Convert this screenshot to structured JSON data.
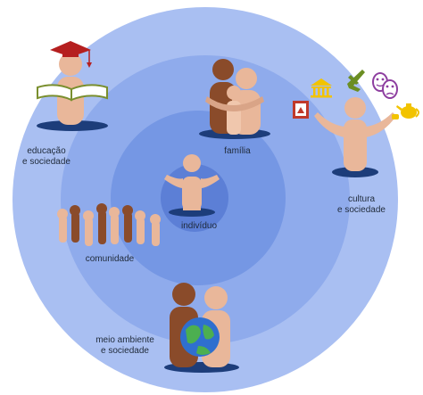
{
  "diagram": {
    "center": {
      "label": "indivíduo"
    },
    "items": [
      {
        "id": "familia",
        "label_lines": [
          "família"
        ]
      },
      {
        "id": "cultura",
        "label_lines": [
          "cultura",
          "e sociedade"
        ]
      },
      {
        "id": "educacao",
        "label_lines": [
          "educação",
          "e sociedade"
        ]
      },
      {
        "id": "comunidade",
        "label_lines": [
          "comunidade"
        ]
      },
      {
        "id": "meio-ambiente",
        "label_lines": [
          "meio ambiente",
          "e sociedade"
        ]
      }
    ],
    "colors": {
      "outer_ring": "#a9bff2",
      "middle_ring": "#8fabec",
      "inner_ring": "#7597e4",
      "core": "#5c7fd6",
      "skin_light": "#e9b79a",
      "skin_dark": "#8a4b2a",
      "shadow_disc": "#1d3d7a"
    }
  }
}
